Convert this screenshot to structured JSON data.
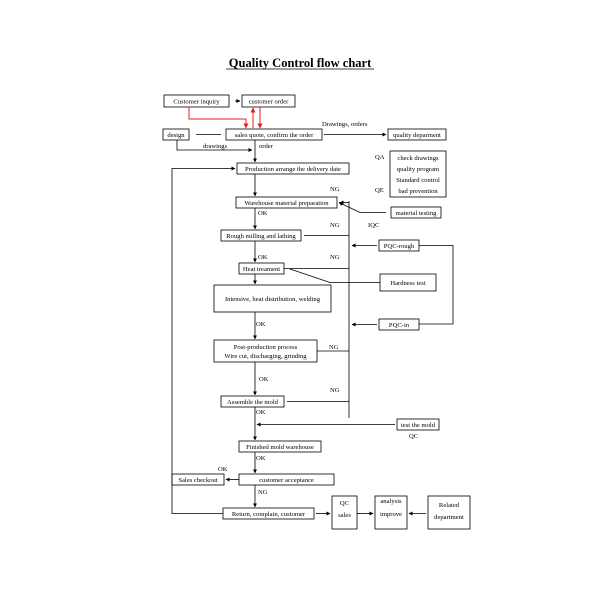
{
  "title": "Quality Control flow chart",
  "nodes": {
    "customer_inquiry": "Customer inquiry",
    "customer_order": "customer order",
    "design": "design",
    "sales_quote": "sales quote, confirm the order",
    "quality_department": "quality deparment",
    "production_arrange": "Production arrange the delivery date",
    "warehouse_prep": "Warehouse material preparation",
    "material_testing": "material testing",
    "rough_milling": "Rough milling and lathing",
    "pqc_rough": "PQC-rough",
    "heat_treatment": "Heat treament",
    "hardness_test": "Hardness test",
    "intensive": "Intensive, heat distribution, welding",
    "pqc_in": "PQC-in",
    "post_production_1": "Post-production process",
    "post_production_2": "Wire cut, discharging, grinding",
    "assemble_mold": "Assemble the mold",
    "test_mold": "test the mold",
    "finished_warehouse": "Finished mold warehouse",
    "customer_acceptance": "customer acceptance",
    "sales_checkout": "Sales checkout",
    "return_complain": "Return, complain, customer",
    "qc_sales_1": "QC",
    "qc_sales_2": "sales",
    "analysis_1": "analysis",
    "analysis_2": "improve",
    "related_1": "Related",
    "related_2": "department"
  },
  "labels": {
    "drawings_orders": "Drawings, orders",
    "drawings": "drawings",
    "order": "order",
    "qa": "QA",
    "qe": "QE",
    "check_drawings": "check drawings",
    "quality_program": "quality program",
    "standard_control": "Standard control",
    "bad_prevention": "bad prevention",
    "ng": "NG",
    "ok": "OK",
    "iqc": "IQC",
    "qc": "QC"
  }
}
